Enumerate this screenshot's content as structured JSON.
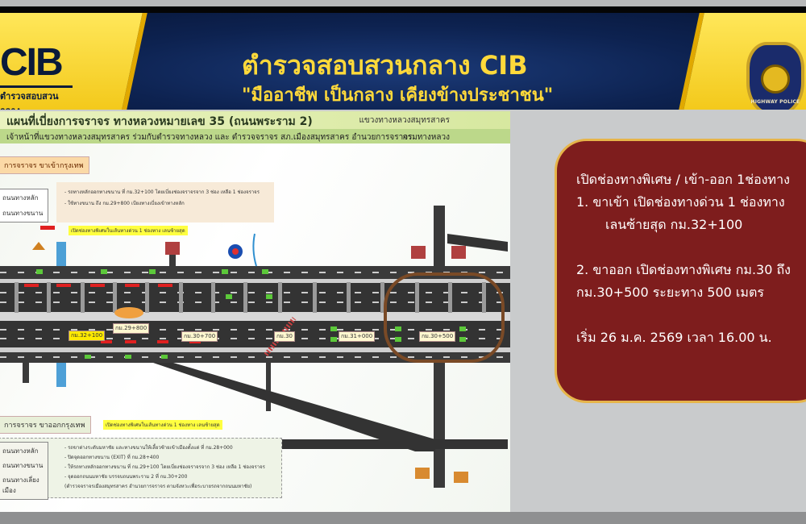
{
  "header": {
    "logo_text": "CIB",
    "logo_subtitle": "ตำรวจสอบสวนกลาง",
    "title": "ตำรวจสอบสวนกลาง CIB",
    "slogan": "\"มืออาชีพ เป็นกลาง เคียงข้างประชาชน\"",
    "badge_text": "HIGHWAY POLICE"
  },
  "map": {
    "title": "แผนที่เบี่ยงการจราจร ทางหลวงหมายเลข 35 (ถนนพระราม 2)",
    "title_right": "แขวงทางหลวงสมุทรสาคร",
    "subtitle": "เจ้าหน้าที่แขวงทางหลวงสมุทรสาคร ร่วมกับตำรวจทางหลวง และ ตำรวจจราจร สภ.เมืองสมุทรสาคร อำนวยการจราจร",
    "subtitle_right": "กรมทางหลวง",
    "inbound": {
      "tag": "การจราจร ขาเข้ากรุงเทพ",
      "legend": [
        "ถนนทางหลัก",
        "ถนนทางขนาน"
      ],
      "notes": [
        "- รถทางหลักออกทางขนาน ที่ กม.32+100 โดยเบี่ยงช่องจราจรจาก 3 ช่อง เหลือ 1 ช่องจราจร",
        "- ใช้ทางขนาน ถึง กม.29+800 เบียงทางเบี่ยงเข้าทางหลัก"
      ],
      "highlight": "เปิดช่องทางพิเศษในเส้นทางด่วน 1 ช่องทาง เลนซ้ายสุด"
    },
    "outbound": {
      "tag": "การจราจร ขาออกกรุงเทพ",
      "legend": [
        "ถนนทางหลัก",
        "ถนนทางขนาน",
        "ถนนทางเลี่ยงเมือง"
      ],
      "notes": [
        "- รถขาต่างระดับมหาชัย และทางขนานให้เลี้ยวซ้ายเข้าเมืองตั้งแต่ ที่ กม.28+000",
        "- ปิดจุดออกทางขนาน (EXIT) ที่ กม.28+400",
        "- ให้รถทางหลักออกทางขนาน ที่ กม.29+100 โดยเบี่ยงช่องจราจรจาก 3 ช่อง เหลือ 1 ช่องจราจร",
        "- จุดออกถนนมหาชัย บรรจบถนนพระราม 2 ที่ กม.30+200",
        "(ตำรวจจราจรเมืองสมุทรสาคร อำนวยการจราจร ตามจังหวะเพื่อระบายรถจากถนนมหาชัย)"
      ],
      "highlight": "เปิดช่องทางพิเศษในเส้นทางด่วน 1 ช่องทาง เลนซ้ายสุด"
    },
    "labels": [
      "กม.30+700",
      "กม.30",
      "กม.31+000",
      "กม.29+800",
      "กม.30+500",
      "กม.32+100"
    ]
  },
  "panel": {
    "heading": "เปิดช่องทางพิเศษ  / เข้า-ออก  1ช่องทาง",
    "item1_line1": "1.    ขาเข้า เปิดช่องทางด่วน 1 ช่องทาง",
    "item1_line2": "เลนซ้ายสุด กม.32+100",
    "item2_line1": "2. ขาออก เปิดช่องทางพิเศษ กม.30 ถึง",
    "item2_line2": "กม.30+500 ระยะทาง 500 เมตร",
    "start": "เริ่ม 26 ม.ค. 2569 เวลา 16.00 น."
  },
  "colors": {
    "banner": "#0d2250",
    "accent_yellow": "#f3c91b",
    "panel_red": "#7e1d1d",
    "panel_border": "#e6b54a"
  }
}
